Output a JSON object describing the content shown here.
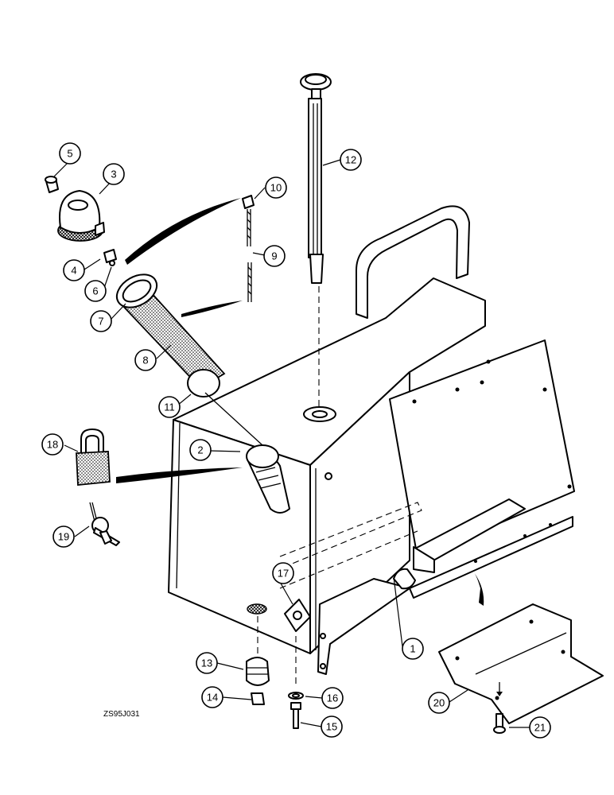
{
  "drawing_code": "ZS95J031",
  "callouts": [
    "1",
    "2",
    "3",
    "4",
    "5",
    "6",
    "7",
    "8",
    "9",
    "10",
    "11",
    "12",
    "13",
    "14",
    "15",
    "16",
    "17",
    "18",
    "19",
    "20",
    "21"
  ]
}
